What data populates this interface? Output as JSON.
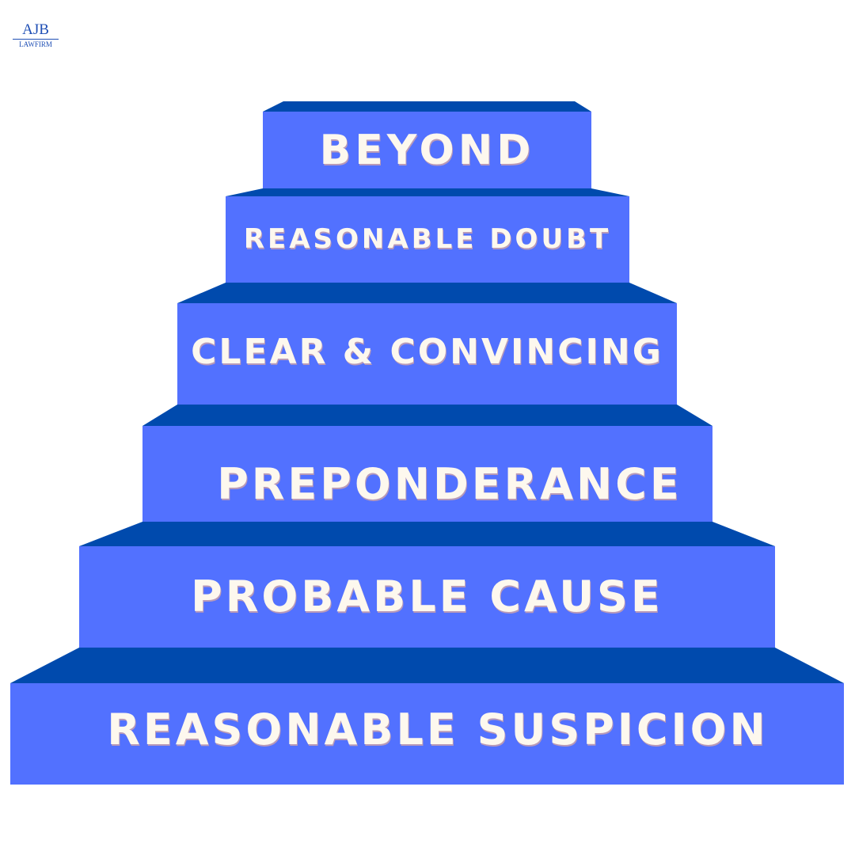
{
  "logo": {
    "title": "AJB",
    "subtitle": "LAWFIRM",
    "color": "#1f4fb5"
  },
  "colors": {
    "front": "#5271ff",
    "tread": "#004aad",
    "text": "#fdf8ee",
    "background": "#ffffff"
  },
  "steps": [
    {
      "label": "BEYOND"
    },
    {
      "label": "REASONABLE DOUBT"
    },
    {
      "label": "CLEAR & CONVINCING"
    },
    {
      "label": "PREPONDERANCE"
    },
    {
      "label": "PROBABLE CAUSE"
    },
    {
      "label": "REASONABLE SUSPICION"
    }
  ]
}
